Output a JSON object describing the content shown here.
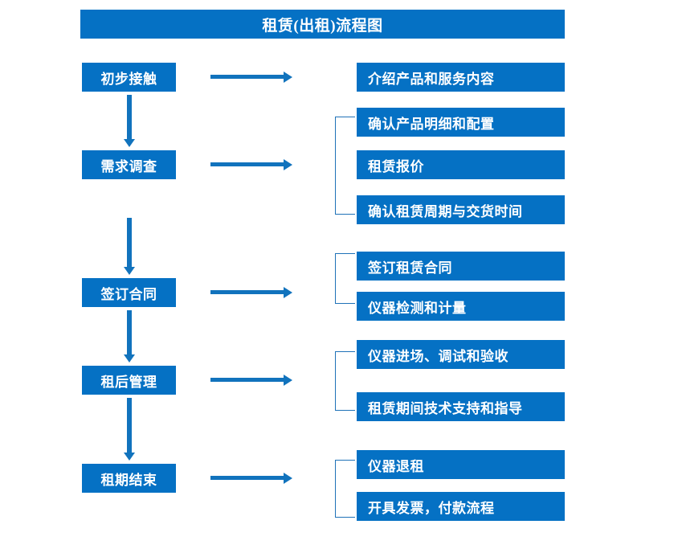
{
  "title": "租赁(出租)流程图",
  "colors": {
    "brand_blue": "#0571c4",
    "arrow_blue": "#1173bd",
    "bracket_blue": "#1f72b8",
    "background": "#ffffff",
    "text": "#ffffff"
  },
  "stages": [
    {
      "label": "初步接触"
    },
    {
      "label": "需求调查"
    },
    {
      "label": "签订合同"
    },
    {
      "label": "租后管理"
    },
    {
      "label": "租期结束"
    }
  ],
  "details": [
    {
      "label": "介绍产品和服务内容"
    },
    {
      "label": "确认产品明细和配置"
    },
    {
      "label": "租赁报价"
    },
    {
      "label": "确认租赁周期与交货时间"
    },
    {
      "label": "签订租赁合同"
    },
    {
      "label": "仪器检测和计量"
    },
    {
      "label": "仪器进场、调试和验收"
    },
    {
      "label": "租赁期间技术支持和指导"
    },
    {
      "label": "仪器退租"
    },
    {
      "label": "开具发票，付款流程"
    }
  ]
}
